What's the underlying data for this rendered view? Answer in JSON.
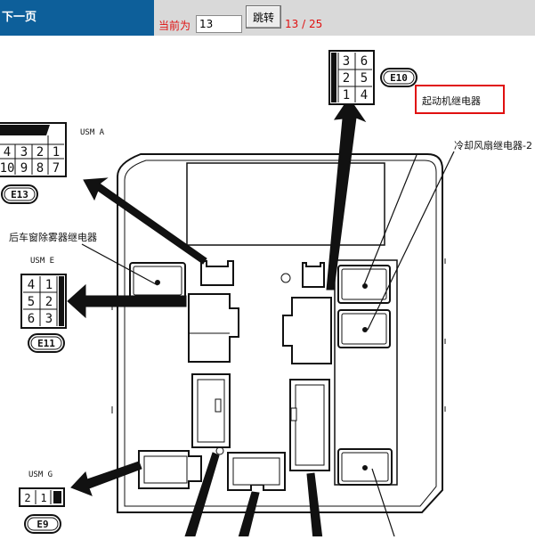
{
  "toolbar": {
    "next_page_label": "下一页",
    "current_label": "当前为",
    "page_value": "13",
    "jump_label": "跳转",
    "page_count": "13 / 25"
  },
  "diagram": {
    "connectors": {
      "e10": {
        "badge": "E10",
        "pins": [
          "3",
          "6",
          "2",
          "5",
          "1",
          "4"
        ]
      },
      "e13": {
        "badge": "E13",
        "title": "USM A",
        "pins": [
          "4",
          "3",
          "2",
          "1",
          "10",
          "9",
          "8",
          "7"
        ]
      },
      "e11": {
        "badge": "E11",
        "title": "USM E",
        "pins": [
          "4",
          "1",
          "5",
          "2",
          "6",
          "3"
        ]
      },
      "e9": {
        "badge": "E9",
        "title": "USM G",
        "pins": [
          "2",
          "1"
        ]
      }
    },
    "labels": {
      "starter_relay": "起动机继电器",
      "cooling_fan_relay": "冷却风扇继电器-2",
      "rear_defogger_relay": "后车窗除雾器继电器"
    },
    "colors": {
      "toolbar_bg": "#d9d9d9",
      "link_bg": "#0d5f9a",
      "highlight_red": "#e01010"
    }
  }
}
